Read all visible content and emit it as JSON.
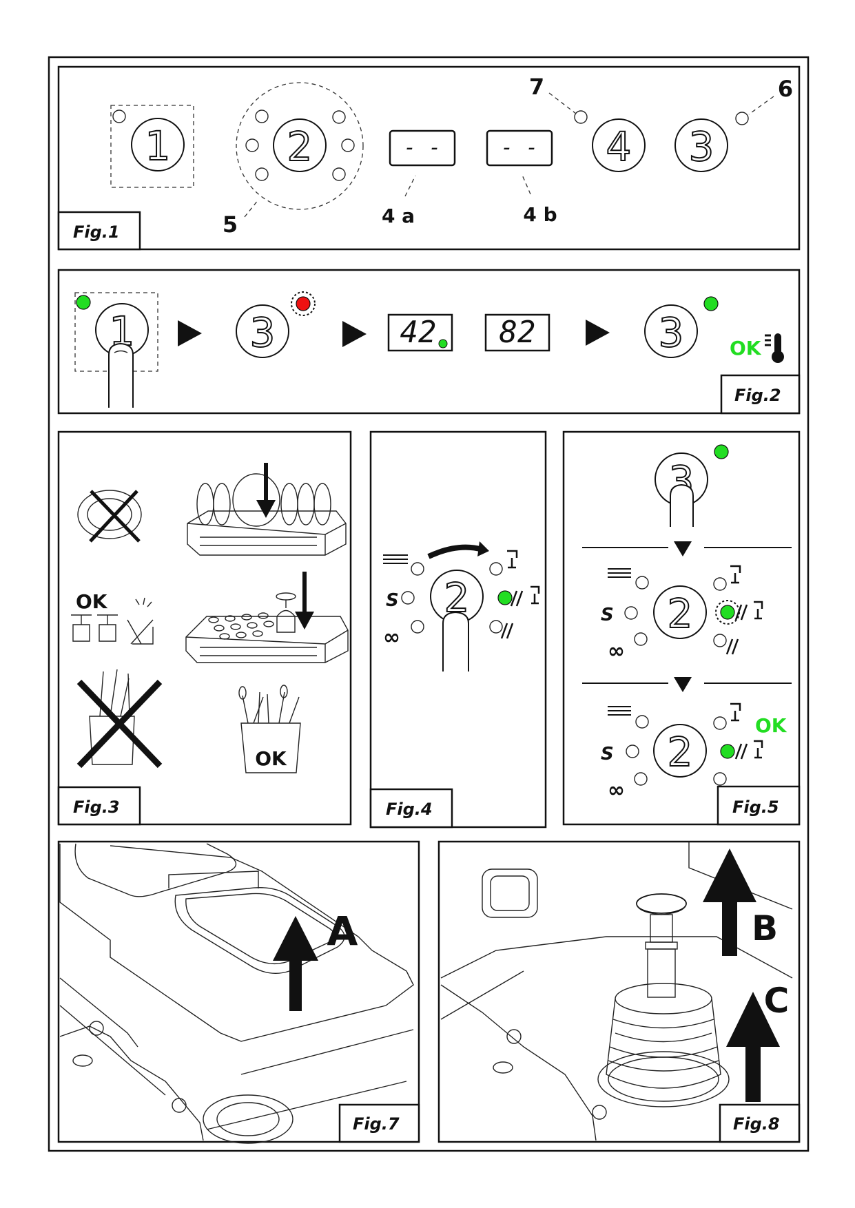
{
  "colors": {
    "led_green": "#22dd22",
    "led_red": "#ee1111",
    "ok_green": "#22dd22",
    "line": "#111111"
  },
  "fig1": {
    "label": "Fig.1",
    "buttons": [
      "1",
      "2",
      "4",
      "3"
    ],
    "displays": [
      "- -",
      "- -"
    ],
    "callouts": [
      "7",
      "6",
      "5",
      "4 a",
      "4 b"
    ]
  },
  "fig2": {
    "label": "Fig.2",
    "buttons": [
      "1",
      "3",
      "3"
    ],
    "display_a": "42",
    "display_b": "82",
    "ok": "OK"
  },
  "fig3": {
    "label": "Fig.3",
    "ok_glasses": "OK",
    "ok_cutlery": "OK"
  },
  "fig4": {
    "label": "Fig.4",
    "button": "2"
  },
  "fig5": {
    "label": "Fig.5",
    "buttons": [
      "3",
      "2",
      "2"
    ],
    "ok": "OK"
  },
  "fig7": {
    "label": "Fig.7",
    "arrow_letter": "A"
  },
  "fig8": {
    "label": "Fig.8",
    "arrow_letters": [
      "B",
      "C"
    ]
  },
  "icons": [
    "button-1-icon",
    "button-2-icon",
    "button-3-icon",
    "button-4-icon",
    "finger-press-icon",
    "play-arrow-icon",
    "led-green-icon",
    "led-red-blinking-icon",
    "thermometer-icon",
    "water-fill-icon",
    "regeneration-icon",
    "infinity-icon",
    "glass-icon",
    "glass-pair-icon",
    "cutlery-icon",
    "plate-rack-icon",
    "glass-rack-icon",
    "cutlery-basket-icon",
    "tub-cover-icon",
    "overflow-pipe-icon",
    "filter-icon"
  ]
}
